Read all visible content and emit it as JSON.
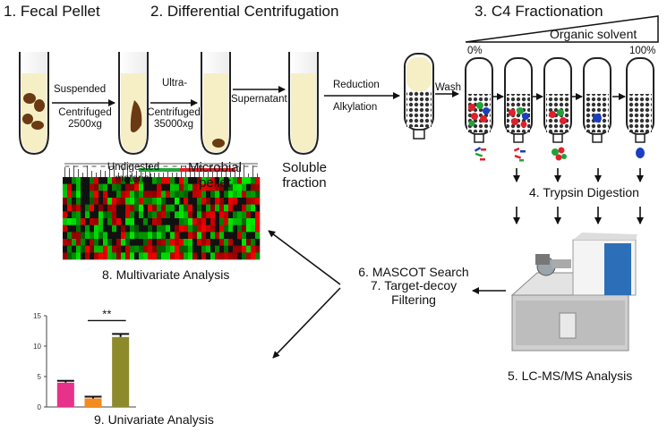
{
  "steps": {
    "s1": "1. Fecal Pellet",
    "s2": "2. Differential Centrifugation",
    "s3": "3. C4 Fractionation",
    "s4": "4. Trypsin Digestion",
    "s5": "5. LC-MS/MS Analysis",
    "s6": "6. MASCOT Search",
    "s7a": "7. Target-decoy",
    "s7b": "Filtering",
    "s8": "8. Multivariate Analysis",
    "s9": "9. Univariate Analysis"
  },
  "labels": {
    "suspended": "Suspended",
    "centrifuged_a": "Centrifuged",
    "centrifuged_b": "2500xg",
    "ultra_a": "Ultra-",
    "ultra_b": "Centrifuged",
    "ultra_c": "35000xg",
    "supernatant": "Supernatant",
    "undigested_a": "Undigested",
    "undigested_b": "material",
    "microbial_a": "Microbial",
    "microbial_b": "pellet",
    "soluble_a": "Soluble",
    "soluble_b": "fraction",
    "reduction": "Reduction",
    "alkylation": "Alkylation",
    "wash": "Wash",
    "organic": "Organic solvent",
    "pct0": "0%",
    "pct100": "100%",
    "sig": "**"
  },
  "colors": {
    "pellet": "#6b3a12",
    "tube_fill": "#f6efc6",
    "red": "#e0202a",
    "green": "#22a33a",
    "blue": "#1a3fbf"
  },
  "chart_data": {
    "type": "bar",
    "categories": [
      "",
      "",
      ""
    ],
    "values": [
      4,
      1.4,
      11.5
    ],
    "errors": [
      0.3,
      0.3,
      0.5
    ],
    "colors": [
      "#e8318a",
      "#f58a1f",
      "#8c8a2a"
    ],
    "yticks": [
      0,
      5,
      10,
      15
    ],
    "ylim": [
      0,
      15
    ],
    "title": "",
    "xlabel": "",
    "ylabel": ""
  }
}
